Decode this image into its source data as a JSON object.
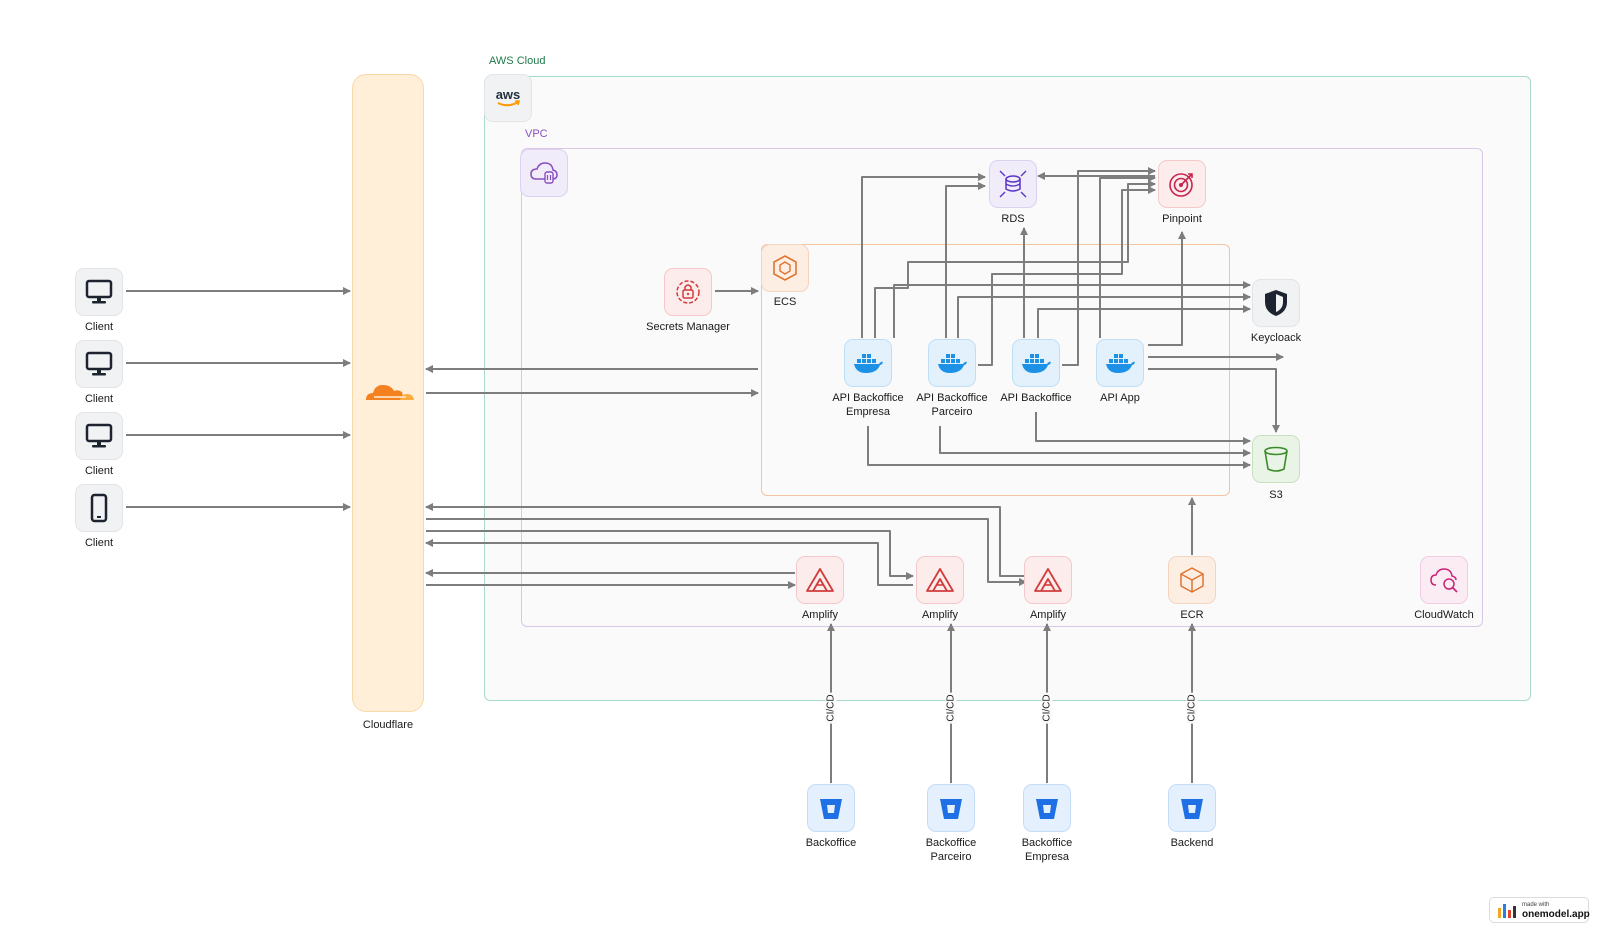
{
  "groups": {
    "aws": "AWS Cloud",
    "vpc": "VPC",
    "cloudflare": "Cloudflare"
  },
  "nodes": {
    "client1": "Client",
    "client2": "Client",
    "client3": "Client",
    "client4": "Client",
    "secrets_manager": "Secrets Manager",
    "ecs": "ECS",
    "rds": "RDS",
    "pinpoint": "Pinpoint",
    "keycloack": "Keycloack",
    "s3": "S3",
    "api_backoffice_empresa": [
      "API Backoffice",
      "Empresa"
    ],
    "api_backoffice_parceiro": [
      "API Backoffice",
      "Parceiro"
    ],
    "api_backoffice": "API Backoffice",
    "api_app": "API App",
    "amplify1": "Amplify",
    "amplify2": "Amplify",
    "amplify3": "Amplify",
    "ecr": "ECR",
    "cloudwatch": "CloudWatch",
    "repo_backoffice": "Backoffice",
    "repo_backoffice_parceiro": [
      "Backoffice",
      "Parceiro"
    ],
    "repo_backoffice_empresa": [
      "Backoffice",
      "Empresa"
    ],
    "repo_backend": "Backend"
  },
  "edge_labels": {
    "cicd1": "CI/CD",
    "cicd2": "CI/CD",
    "cicd3": "CI/CD",
    "cicd4": "CI/CD"
  },
  "badge": {
    "small": "made with",
    "big": "onemodel.app"
  },
  "colors": {
    "aws_border": "#a8dcc4",
    "vpc_border": "#d9c7e6",
    "ecs_border": "#f3c4a3",
    "cloudflare_fill": "#ffefd9",
    "edge": "#7d7d7d"
  }
}
